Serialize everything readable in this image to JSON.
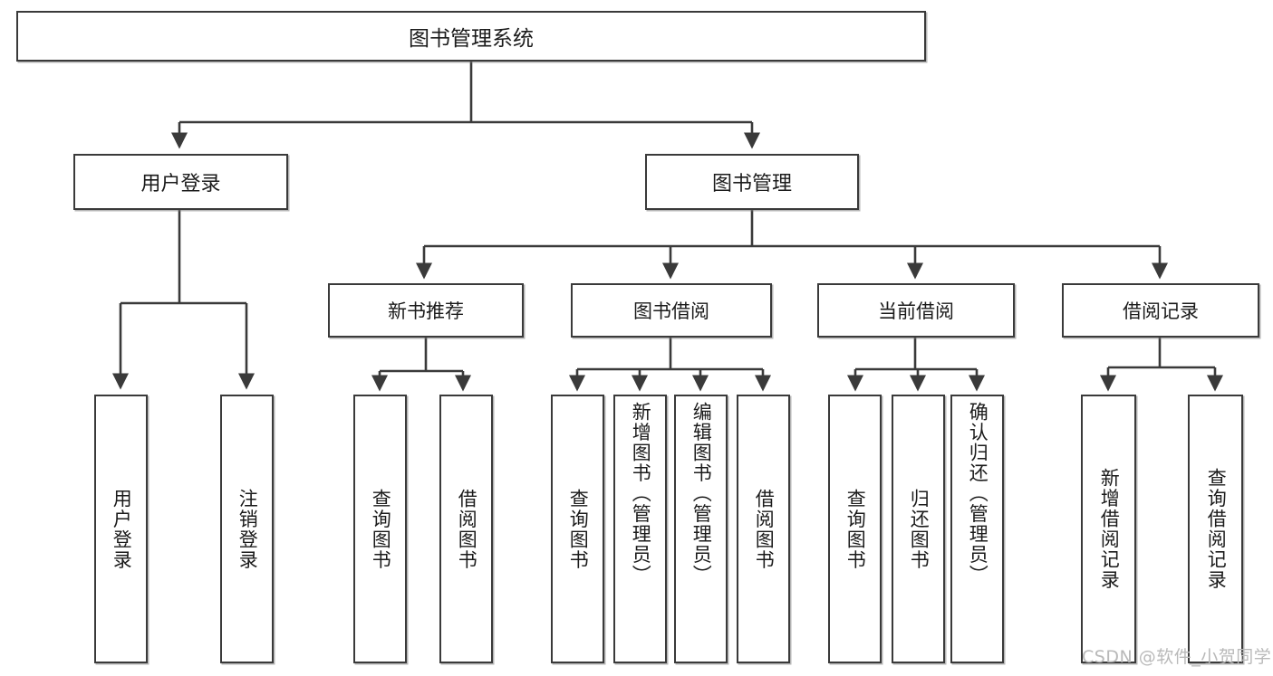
{
  "diagram": {
    "title": "图书管理系统",
    "root": {
      "label": "图书管理系统"
    },
    "level1": [
      {
        "label": "用户登录"
      },
      {
        "label": "图书管理"
      }
    ],
    "level2": [
      {
        "label": "新书推荐"
      },
      {
        "label": "图书借阅"
      },
      {
        "label": "当前借阅"
      },
      {
        "label": "借阅记录"
      }
    ],
    "leaves": {
      "user_login": [
        {
          "label": "用户登录"
        },
        {
          "label": "注销登录"
        }
      ],
      "new_book": [
        {
          "label": "查询图书"
        },
        {
          "label": "借阅图书"
        }
      ],
      "borrow_book": [
        {
          "label": "查询图书"
        },
        {
          "label": "新增图书（管理员）"
        },
        {
          "label": "编辑图书（管理员）"
        },
        {
          "label": "借阅图书"
        }
      ],
      "current_borrow": [
        {
          "label": "查询图书"
        },
        {
          "label": "归还图书"
        },
        {
          "label": "确认归还（管理员）"
        }
      ],
      "borrow_record": [
        {
          "label": "新增借阅记录"
        },
        {
          "label": "查询借阅记录"
        }
      ]
    },
    "watermark": "CSDN @软件_小贺同学",
    "colors": {
      "background": "#ffffff",
      "border": "#3a3a3a",
      "text": "#1b1b1b",
      "watermark": "#b9b9b9"
    }
  }
}
